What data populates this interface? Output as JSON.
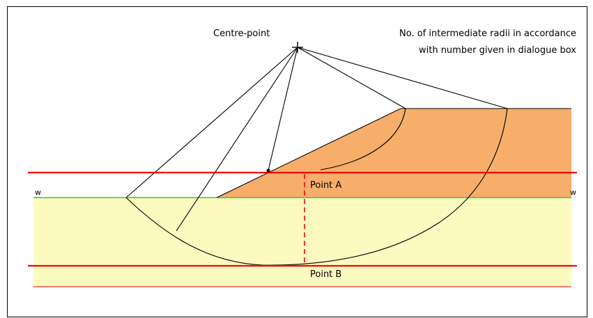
{
  "labels": {
    "centre_point": "Centre-point",
    "note_line1": "No. of intermediate radii in accordance",
    "note_line2": "with number given in dialogue box",
    "point_a": "Point A",
    "point_b": "Point B",
    "water_left": "w",
    "water_right": "w"
  },
  "colors": {
    "embankment_fill": "#f7ae6b",
    "ground_fill": "#fdfac0",
    "layer_lines": "#ff0000",
    "water_table": "#33cc33",
    "outline": "#000000"
  },
  "icons": {
    "centre_marker": "plus-cross-marker"
  }
}
